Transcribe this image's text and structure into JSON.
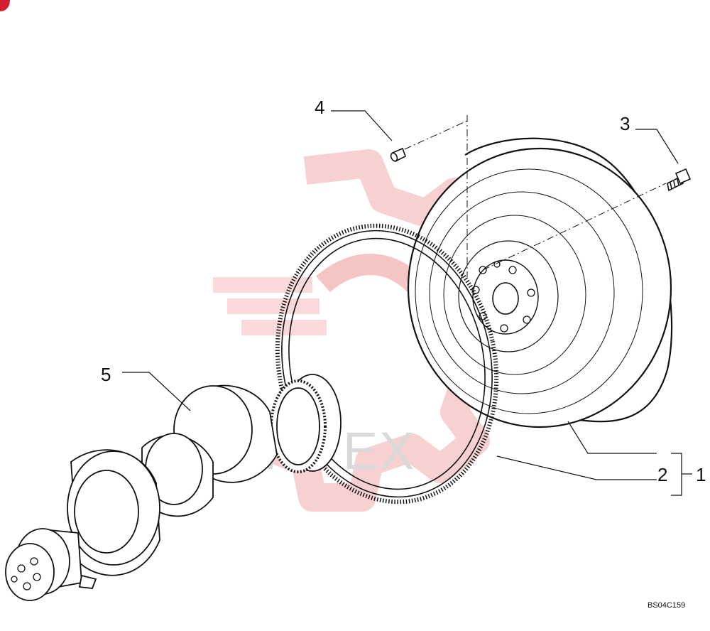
{
  "diagram": {
    "drawing_code": "BS04C159",
    "callouts": [
      {
        "id": "1",
        "label": "1"
      },
      {
        "id": "2",
        "label": "2"
      },
      {
        "id": "3",
        "label": "3"
      },
      {
        "id": "4",
        "label": "4"
      },
      {
        "id": "5",
        "label": "5"
      }
    ],
    "parts": [
      {
        "ref": "2",
        "icon": "flywheel-icon"
      },
      {
        "ref": "2",
        "icon": "ring-gear-icon"
      },
      {
        "ref": "3",
        "icon": "bolt-icon"
      },
      {
        "ref": "4",
        "icon": "dowel-pin-icon"
      },
      {
        "ref": "5",
        "icon": "crankshaft-icon"
      }
    ],
    "watermark": {
      "text": "MTEX",
      "color": "#f3b4b4"
    }
  }
}
